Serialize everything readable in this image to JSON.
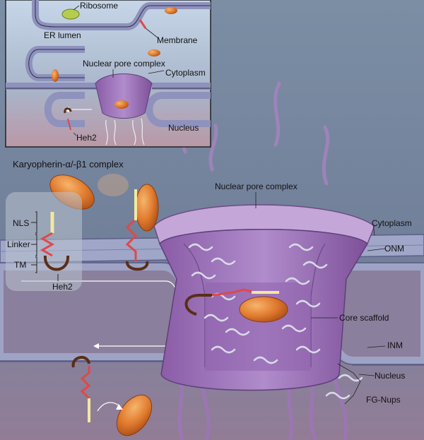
{
  "inset": {
    "ribosome": "Ribosome",
    "er_lumen": "ER lumen",
    "membrane": "Membrane",
    "npc": "Nuclear pore complex",
    "cytoplasm": "Cytoplasm",
    "heh2": "Heh2",
    "nucleus": "Nucleus"
  },
  "main": {
    "karyopherin": "Karyopherin-α/-β1 complex",
    "npc": "Nuclear pore complex",
    "cytoplasm": "Cytoplasm",
    "nls": "NLS",
    "linker": "Linker",
    "tm": "TM",
    "onm": "ONM",
    "heh2": "Heh2",
    "core_scaffold": "Core scaffold",
    "inm": "INM",
    "nucleus": "Nucleus",
    "fg_nups": "FG-Nups"
  },
  "colors": {
    "cytoplasm_bg": "#7e8fa3",
    "nucleus_bg": "#8a7e96",
    "membrane": "#9a9cc4",
    "pore": "#a07cb8",
    "cargo": "#e07a2e",
    "linker": "#e04848",
    "heh2_tm": "#5a2e16",
    "nls": "#f3e7a2"
  }
}
